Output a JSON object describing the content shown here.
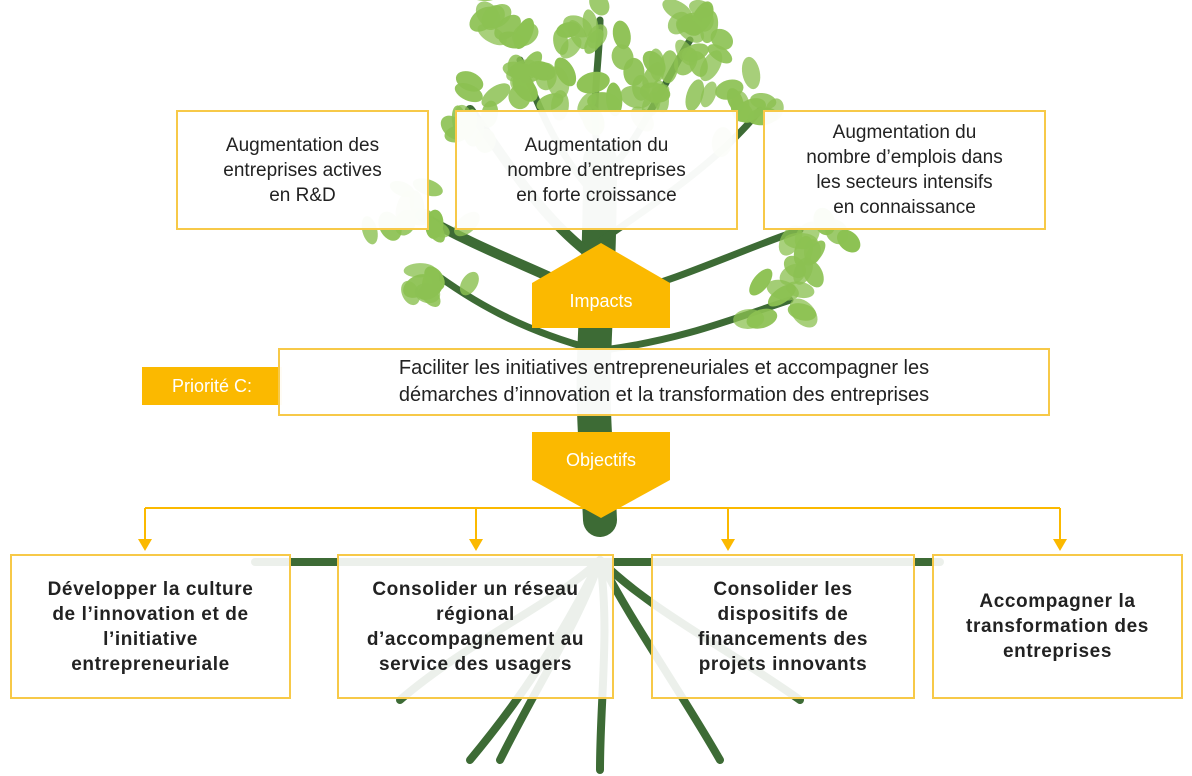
{
  "impacts_label": "Impacts",
  "impacts": [
    "Augmentation des\nentreprises actives\nen R&D",
    "Augmentation du\nnombre d’entreprises\nen forte croissance",
    "Augmentation du\nnombre d’emplois dans\nles secteurs intensifs\nen connaissance"
  ],
  "priority": {
    "label": "Priorité C:",
    "text": "Faciliter les initiatives entrepreneuriales et accompagner les\ndémarches d’innovation et la transformation des entreprises"
  },
  "objectives_label": "Objectifs",
  "objectives": [
    "Développer la culture\nde l’innovation et de\nl’initiative\nentrepreneuriale",
    "Consolider un réseau\nrégional\nd’accompagnement au\nservice des usagers",
    "Consolider les\ndispositifs de\nfinancements des\nprojets innovants",
    "Accompagner la\ntransformation des\nentreprises"
  ],
  "colors": {
    "accent": "#fbb900",
    "box_border": "#f7c948",
    "leaf": "#8cc152",
    "trunk": "#3d6b35"
  }
}
